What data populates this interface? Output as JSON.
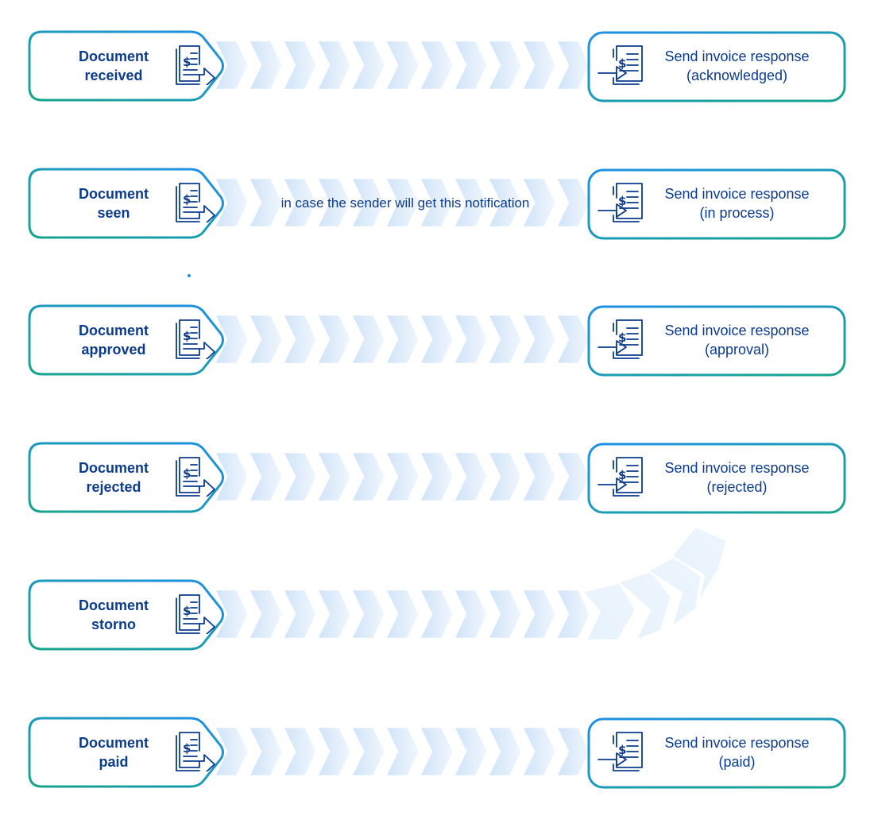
{
  "colors": {
    "accent_blue": "#1e90e6",
    "accent_teal": "#17a58b",
    "text_navy": "#0b3b8c",
    "arrow_fill": "#dcecfb"
  },
  "icons": {
    "left": "invoice-send-icon",
    "right": "invoice-receive-icon"
  },
  "rows": [
    {
      "left_line1": "Document",
      "left_line2": "received",
      "right_line1": "Send invoice response",
      "right_line2": "(acknowledged)",
      "note": "",
      "has_right": true,
      "connector": "straight"
    },
    {
      "left_line1": "Document",
      "left_line2": "seen",
      "right_line1": "Send invoice response",
      "right_line2": "(in process)",
      "note": "in case the sender will get this notification",
      "has_right": true,
      "connector": "straight"
    },
    {
      "left_line1": "Document",
      "left_line2": "approved",
      "right_line1": "Send invoice response",
      "right_line2": "(approval)",
      "note": "",
      "has_right": true,
      "connector": "straight"
    },
    {
      "left_line1": "Document",
      "left_line2": "rejected",
      "right_line1": "Send invoice response",
      "right_line2": "(rejected)",
      "note": "",
      "has_right": true,
      "connector": "straight"
    },
    {
      "left_line1": "Document",
      "left_line2": "storno",
      "right_line1": "",
      "right_line2": "",
      "note": "",
      "has_right": false,
      "connector": "curve-to-rejected"
    },
    {
      "left_line1": "Document",
      "left_line2": "paid",
      "right_line1": "Send invoice response",
      "right_line2": "(paid)",
      "note": "",
      "has_right": true,
      "connector": "straight"
    }
  ]
}
